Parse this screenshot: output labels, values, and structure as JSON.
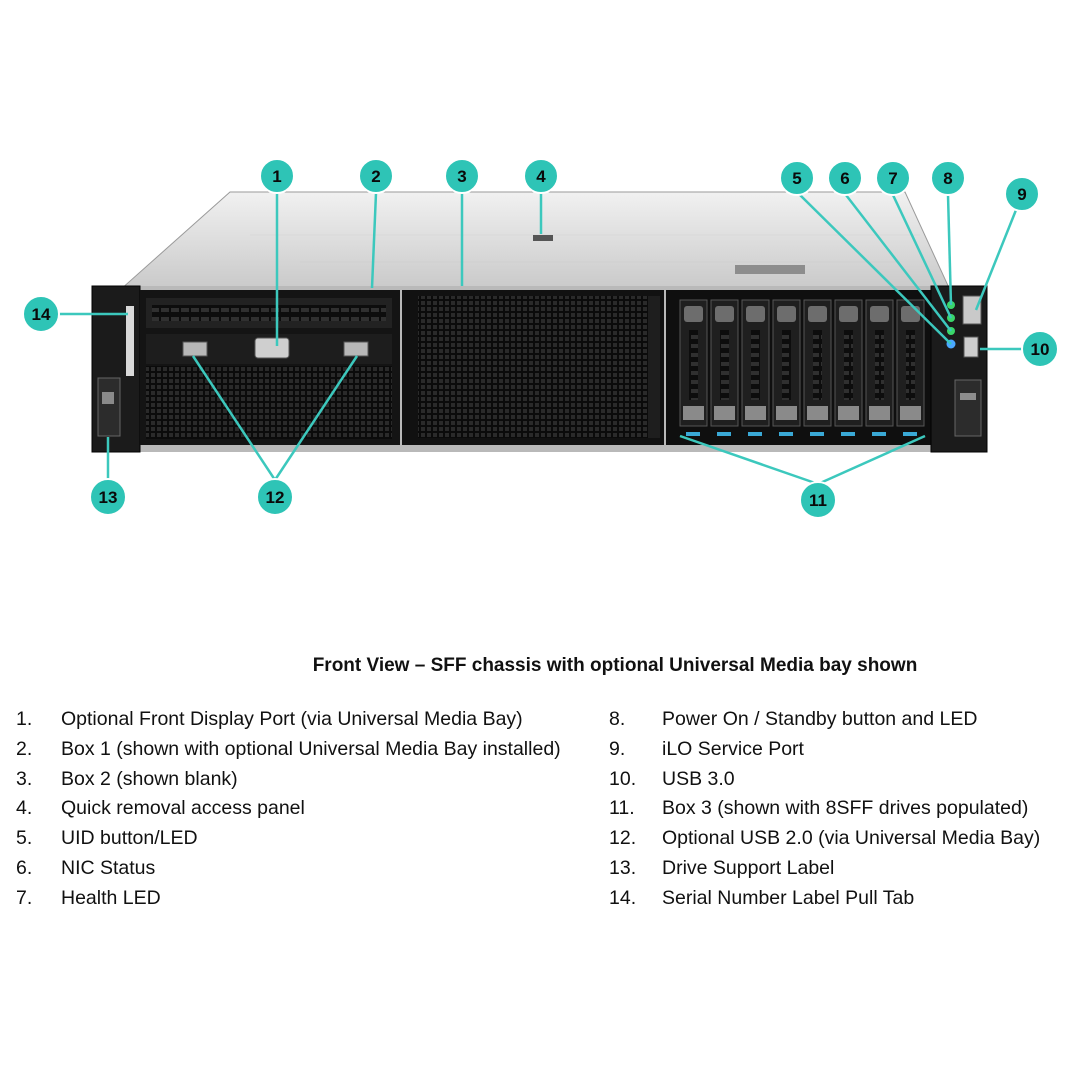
{
  "caption": "Front View – SFF chassis with optional Universal Media bay shown",
  "accent_color": "#2ec4b6",
  "callouts": [
    "1",
    "2",
    "3",
    "4",
    "5",
    "6",
    "7",
    "8",
    "9",
    "10",
    "11",
    "12",
    "13",
    "14"
  ],
  "legend_left": [
    {
      "num": "1.",
      "text": "Optional Front Display Port (via Universal Media Bay)"
    },
    {
      "num": "2.",
      "text": "Box 1 (shown with optional Universal Media Bay installed)"
    },
    {
      "num": "3.",
      "text": "Box 2 (shown blank)"
    },
    {
      "num": "4.",
      "text": "Quick removal access panel"
    },
    {
      "num": "5.",
      "text": "UID button/LED"
    },
    {
      "num": "6.",
      "text": "NIC Status"
    },
    {
      "num": "7.",
      "text": "Health LED"
    }
  ],
  "legend_right": [
    {
      "num": "8.",
      "text": "Power On / Standby button and LED"
    },
    {
      "num": "9.",
      "text": "iLO Service Port"
    },
    {
      "num": "10.",
      "text": "USB 3.0"
    },
    {
      "num": "11.",
      "text": "Box 3  (shown with 8SFF drives populated)"
    },
    {
      "num": "12.",
      "text": "Optional USB 2.0 (via Universal Media Bay)"
    },
    {
      "num": "13.",
      "text": "Drive Support Label"
    },
    {
      "num": "14.",
      "text": "Serial Number Label Pull Tab"
    }
  ]
}
